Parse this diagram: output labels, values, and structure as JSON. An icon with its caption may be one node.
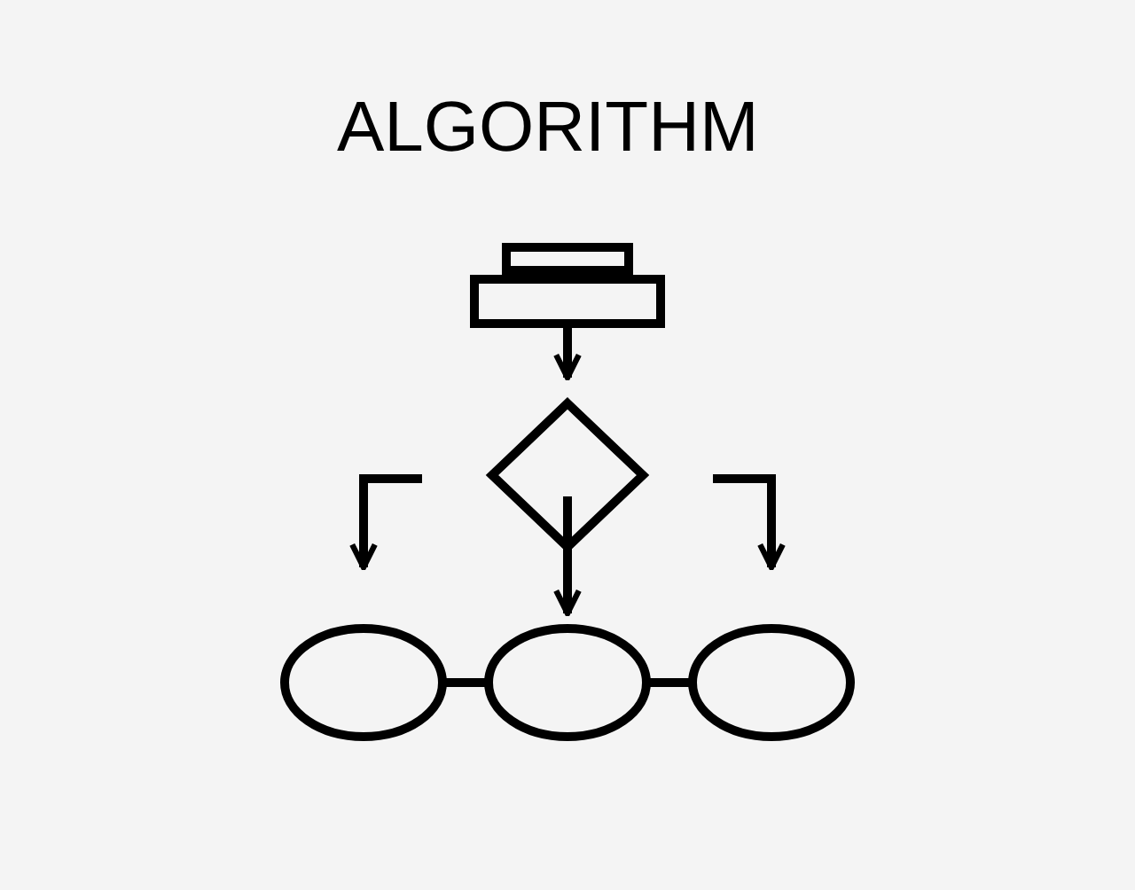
{
  "diagram": {
    "title": "ALGORITHM",
    "nodes": [
      {
        "text": [],
        "shape": "box"
      },
      {
        "text": [],
        "shape": "box"
      },
      {
        "text": [],
        "shape": "diamond"
      },
      {
        "text": [],
        "shape": "ellipse"
      },
      {
        "text": [],
        "shape": "ellipse"
      },
      {
        "text": [],
        "shape": "ellipse"
      }
    ],
    "edges": [
      {
        "from": 1,
        "to": 2,
        "arrow": "to"
      },
      {
        "from": 2,
        "to": 4,
        "arrow": "to"
      },
      {
        "from": null,
        "to": 3,
        "arrow": "to"
      },
      {
        "from": null,
        "to": 5,
        "arrow": "to"
      },
      {
        "from": 3,
        "to": 4,
        "arrow": "none"
      },
      {
        "from": 4,
        "to": 5,
        "arrow": "none"
      }
    ]
  }
}
